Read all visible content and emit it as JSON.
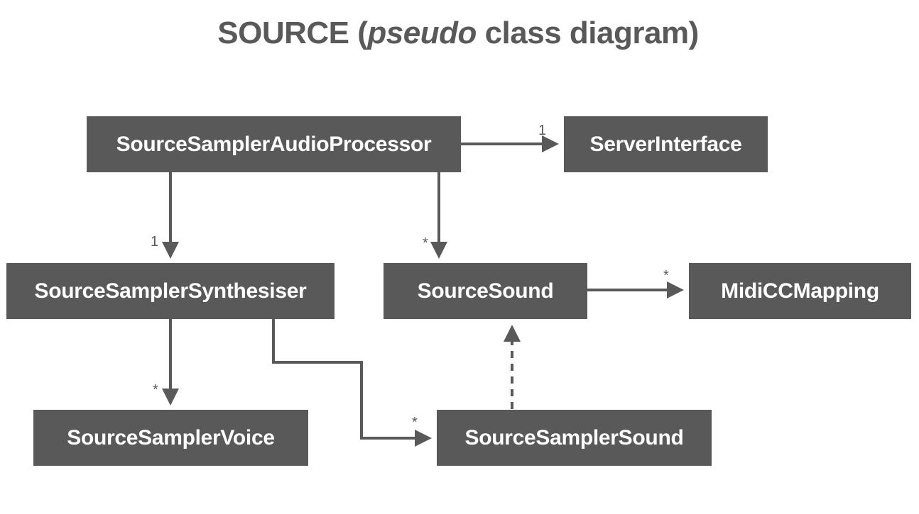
{
  "title": {
    "main": "SOURCE (",
    "italic": "pseudo",
    "rest": " class diagram)"
  },
  "classes": {
    "audio_processor": "SourceSamplerAudioProcessor",
    "server_interface": "ServerInterface",
    "synthesiser": "SourceSamplerSynthesiser",
    "source_sound": "SourceSound",
    "midi_cc_mapping": "MidiCCMapping",
    "voice": "SourceSamplerVoice",
    "sampler_sound": "SourceSamplerSound"
  },
  "multiplicities": {
    "processor_to_server": "1",
    "processor_to_synth": "1",
    "processor_to_sound": "*",
    "sound_to_midi": "*",
    "synth_to_voice": "*",
    "synth_to_sampler_sound": "*"
  },
  "colors": {
    "box_fill": "#595959",
    "box_text": "#ffffff",
    "connector": "#595959"
  }
}
